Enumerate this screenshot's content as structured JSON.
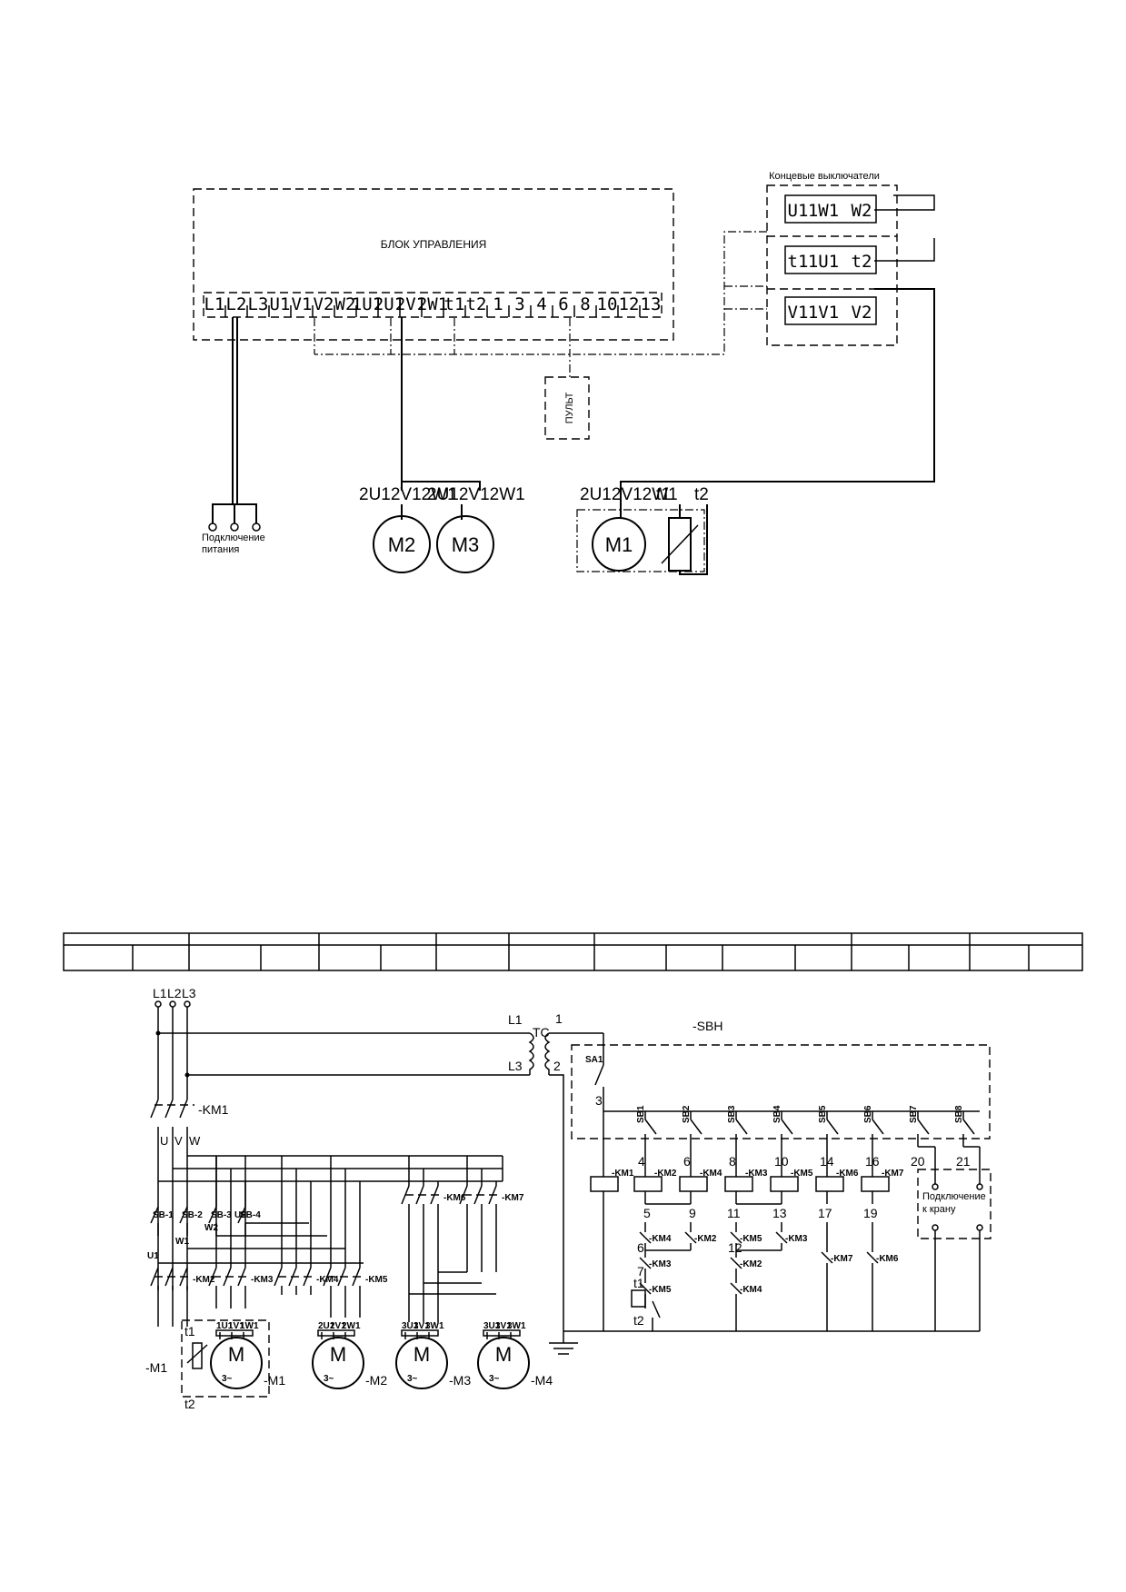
{
  "top": {
    "control_unit_title": "БЛОК УПРАВЛЕНИЯ",
    "limit_switches_title": "Концевые выключатели",
    "power_label": [
      "Подключение",
      "питания"
    ],
    "remote_label": "ПУЛЬТ",
    "terminals": [
      "L1",
      "L2",
      "L3",
      "U1",
      "V1",
      "V2",
      "W2",
      "1U1",
      "2U1",
      "2V1",
      "2W1",
      "t1",
      "t2",
      "1",
      "3",
      "4",
      "6",
      "8",
      "10",
      "12",
      "13"
    ],
    "switch_blocks": [
      [
        "U1",
        "1W1",
        "W2"
      ],
      [
        "t1",
        "1U1",
        "t2"
      ],
      [
        "V1",
        "1V1",
        "V2"
      ]
    ],
    "motors": {
      "m1": {
        "label": "M1",
        "terminals": [
          "2U1",
          "2V1",
          "2W1",
          "t1",
          "t2"
        ]
      },
      "m2": {
        "label": "M2",
        "terminals": [
          "2U1",
          "2V1",
          "2W1"
        ]
      },
      "m3": {
        "label": "M3",
        "terminals": [
          "2U1",
          "2V1",
          "2W1"
        ]
      }
    }
  },
  "bottom": {
    "phases": [
      "L1",
      "L2",
      "L3"
    ],
    "km1": "-KM1",
    "uvw": [
      "U",
      "V",
      "W"
    ],
    "tc": {
      "label": "TC",
      "in": [
        "L1",
        "L3"
      ],
      "out": [
        "1",
        "2"
      ]
    },
    "sbh": "-SBH",
    "sa1": "SA1",
    "node3": "3",
    "buttons": [
      "SB1",
      "SB2",
      "SB3",
      "SB4",
      "SB5",
      "SB6",
      "SB7",
      "SB8"
    ],
    "upper_nodes": [
      "4",
      "6",
      "8",
      "10",
      "14",
      "16",
      "20",
      "21"
    ],
    "coils": [
      "-KM1",
      "-KM2",
      "-KM4",
      "-KM3",
      "-KM5",
      "-KM6",
      "-KM7"
    ],
    "mid_nodes": [
      "5",
      "9",
      "11",
      "13",
      "17",
      "19"
    ],
    "crane_label": [
      "Подключение",
      "к крану"
    ],
    "interlocks": {
      "col2": [
        "-KM4",
        "-KM3",
        "-KM5"
      ],
      "col2_nodes": [
        "6",
        "7"
      ],
      "col3": [
        "-KM2"
      ],
      "col4": [
        "-KM5",
        "-KM2",
        "-KM4"
      ],
      "col4_nodes": [
        "12"
      ],
      "col5": [
        "-KM3"
      ],
      "col6": [
        "-KM7"
      ],
      "col7": [
        "-KM6"
      ]
    },
    "thermal": [
      "t1",
      "t2"
    ],
    "contactors": [
      "-KM2",
      "-KM3",
      "-KM4",
      "-KM5",
      "-KM6",
      "-KM7"
    ],
    "selectors": [
      "SB-1",
      "SB-2",
      "SB-3",
      "SB-4"
    ],
    "wire_labels": [
      "U1",
      "W1",
      "W2",
      "U2"
    ],
    "motors": [
      {
        "label": "M",
        "tag": "-M1",
        "tag2": "-M1",
        "terminals": [
          "1U1",
          "1V1",
          "1W1"
        ],
        "therm": [
          "t1",
          "t2"
        ]
      },
      {
        "label": "M",
        "tag": "-M2",
        "terminals": [
          "2U1",
          "2V1",
          "2W1"
        ]
      },
      {
        "label": "M",
        "tag": "-M3",
        "terminals": [
          "3U1",
          "3V1",
          "3W1"
        ]
      },
      {
        "label": "M",
        "tag": "-M4",
        "terminals": [
          "3U1",
          "3V1",
          "3W1"
        ]
      }
    ],
    "phase_symbol": "3~"
  }
}
